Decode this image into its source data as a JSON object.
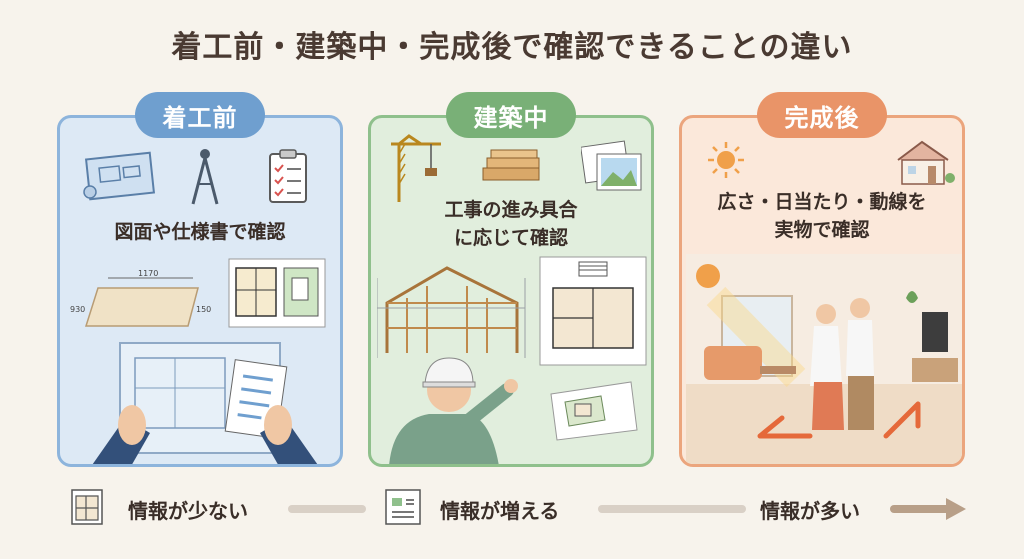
{
  "title": "着工前・建築中・完成後で確認できることの違い",
  "stages": [
    {
      "label": "着工前",
      "caption": "図面や仕様書で確認"
    },
    {
      "label": "建築中",
      "caption_lines": [
        "工事の進み具合",
        "に応じて確認"
      ]
    },
    {
      "label": "完成後",
      "caption_lines": [
        "広さ・日当たり・動線を",
        "実物で確認"
      ]
    }
  ],
  "drawing_dims": {
    "top": "1170",
    "left": "930",
    "right": "150"
  },
  "info_scale": [
    {
      "label": "情報が少ない",
      "icon": "floorplan-icon"
    },
    {
      "label": "情報が増える",
      "icon": "document-icon"
    },
    {
      "label": "情報が多い",
      "icon": "arrow-right-icon"
    }
  ],
  "colors": {
    "before": "#6f9fcf",
    "during": "#79b077",
    "after": "#e99468"
  }
}
